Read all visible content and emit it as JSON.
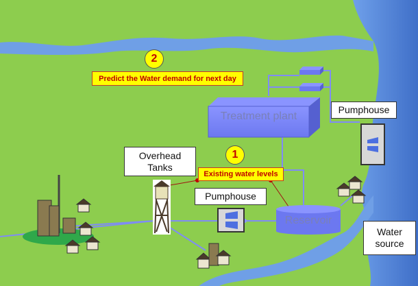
{
  "markers": [
    {
      "number": "1",
      "label": "Existing water levels"
    },
    {
      "number": "2",
      "label": "Predict the Water demand for next day"
    }
  ],
  "facilities": {
    "treatment_plant": "Treatment plant",
    "reservoir": "Reservoir"
  },
  "labels": {
    "pumphouse_right": "Pumphouse",
    "pumphouse_center": "Pumphouse",
    "overhead_tanks": "Overhead Tanks",
    "water_source": "Water source"
  },
  "icons": [
    "river",
    "sea",
    "treatment-plant",
    "filter-unit",
    "pump-icon",
    "water-tower",
    "reservoir",
    "house",
    "city-buildings"
  ],
  "colors": {
    "land": "#8dcd4e",
    "water": "#5b8fe0",
    "facility": "#7580f0",
    "pipe": "#7f8cf5",
    "marker_fill": "#ffff00",
    "marker_text": "#c00000"
  }
}
